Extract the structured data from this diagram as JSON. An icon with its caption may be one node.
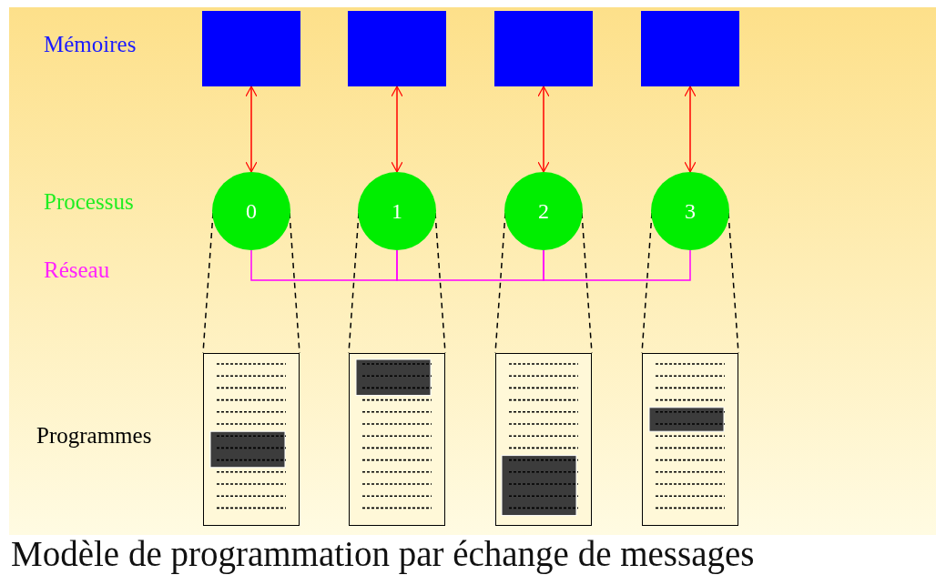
{
  "diagram": {
    "caption": "Modèle de programmation par échange de messages",
    "nodes": [
      {
        "text": [],
        "shape": "box"
      },
      {
        "text": [],
        "shape": "box"
      },
      {
        "text": [],
        "shape": "box"
      },
      {
        "text": [],
        "shape": "box"
      },
      {
        "text": [
          "0"
        ]
      },
      {
        "text": [
          "1"
        ]
      },
      {
        "text": [
          "2"
        ]
      },
      {
        "text": [
          "3"
        ]
      },
      {
        "text": [],
        "shape": "box"
      },
      {
        "text": [],
        "shape": "box"
      },
      {
        "text": [],
        "shape": "box"
      },
      {
        "text": [],
        "shape": "box"
      }
    ],
    "edges": [
      {
        "from": 0,
        "to": 4,
        "arrow": "both",
        "color": "#ff0000"
      },
      {
        "from": 1,
        "to": 5,
        "arrow": "both",
        "color": "#ff0000"
      },
      {
        "from": 2,
        "to": 6,
        "arrow": "both",
        "color": "#ff0000"
      },
      {
        "from": 3,
        "to": 7,
        "arrow": "both",
        "color": "#ff0000"
      },
      {
        "from": 4,
        "to": 5,
        "arrow": "none",
        "color": "#ff00ff"
      },
      {
        "from": 5,
        "to": 6,
        "arrow": "none",
        "color": "#ff00ff"
      },
      {
        "from": 6,
        "to": 7,
        "arrow": "none",
        "color": "#ff00ff"
      },
      {
        "from": 4,
        "to": 8,
        "arrow": "none",
        "style": "dashed",
        "color": "#000000"
      },
      {
        "from": 5,
        "to": 9,
        "arrow": "none",
        "style": "dashed",
        "color": "#000000"
      },
      {
        "from": 6,
        "to": 10,
        "arrow": "none",
        "style": "dashed",
        "color": "#000000"
      },
      {
        "from": 7,
        "to": 11,
        "arrow": "none",
        "style": "dashed",
        "color": "#000000"
      }
    ],
    "labels": [
      "Mémoires",
      "Processus",
      "Réseau",
      "Programmes"
    ]
  }
}
